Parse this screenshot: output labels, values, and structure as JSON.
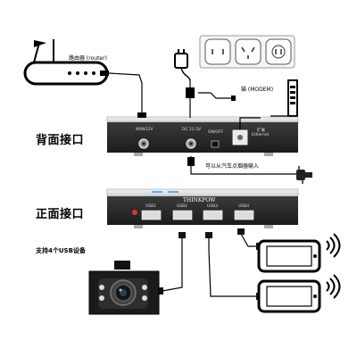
{
  "labels": {
    "router": "路由器 (router)",
    "modem": "猫 (MODEM)",
    "back_panel": "背面接口",
    "front_panel": "正面接口",
    "car_lighter": "可以从汽车点烟器输入",
    "usb_support": "支持4个USB设备"
  },
  "back_ports": {
    "wan": "WAN12V",
    "dc": "DC 12.5V",
    "switch": "ON/OFF",
    "ethernet_cn": "扩展",
    "ethernet": "Ethernet"
  },
  "front_panel": {
    "brand": "THINKPOW",
    "usb_ports": [
      "USB1",
      "USB2",
      "USB3",
      "USB4"
    ]
  },
  "colors": {
    "device_dark": "#2b2b2b",
    "device_light": "#e6e6e6",
    "led_blue": "#5aa9ff"
  },
  "icons": [
    "router-icon",
    "power-adapter-icon",
    "wall-outlet-icon",
    "modem-icon",
    "car-plug-icon",
    "dashcam-icon",
    "phone-icon",
    "wireless-signal-icon"
  ]
}
